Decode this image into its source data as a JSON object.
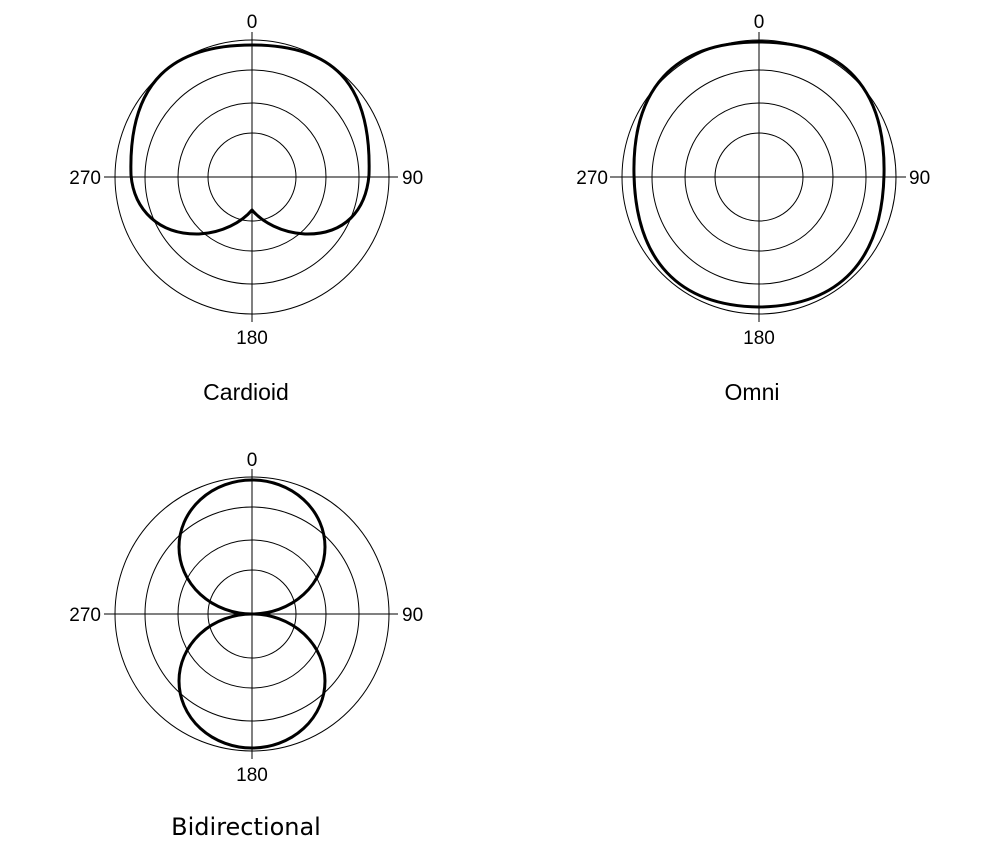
{
  "diagrams": [
    {
      "key": "cardioid",
      "title": "Cardioid",
      "pattern": "cardioid",
      "angle_labels": {
        "top": "0",
        "right": "90",
        "bottom": "180",
        "left": "270"
      }
    },
    {
      "key": "omni",
      "title": "Omni",
      "pattern": "omnidirectional",
      "angle_labels": {
        "top": "0",
        "right": "90",
        "bottom": "180",
        "left": "270"
      }
    },
    {
      "key": "bidirectional",
      "title": "Bidirectional",
      "pattern": "figure-eight",
      "angle_labels": {
        "top": "0",
        "right": "90",
        "bottom": "180",
        "left": "270"
      }
    }
  ],
  "colors": {
    "stroke": "#000000",
    "background": "#ffffff"
  }
}
